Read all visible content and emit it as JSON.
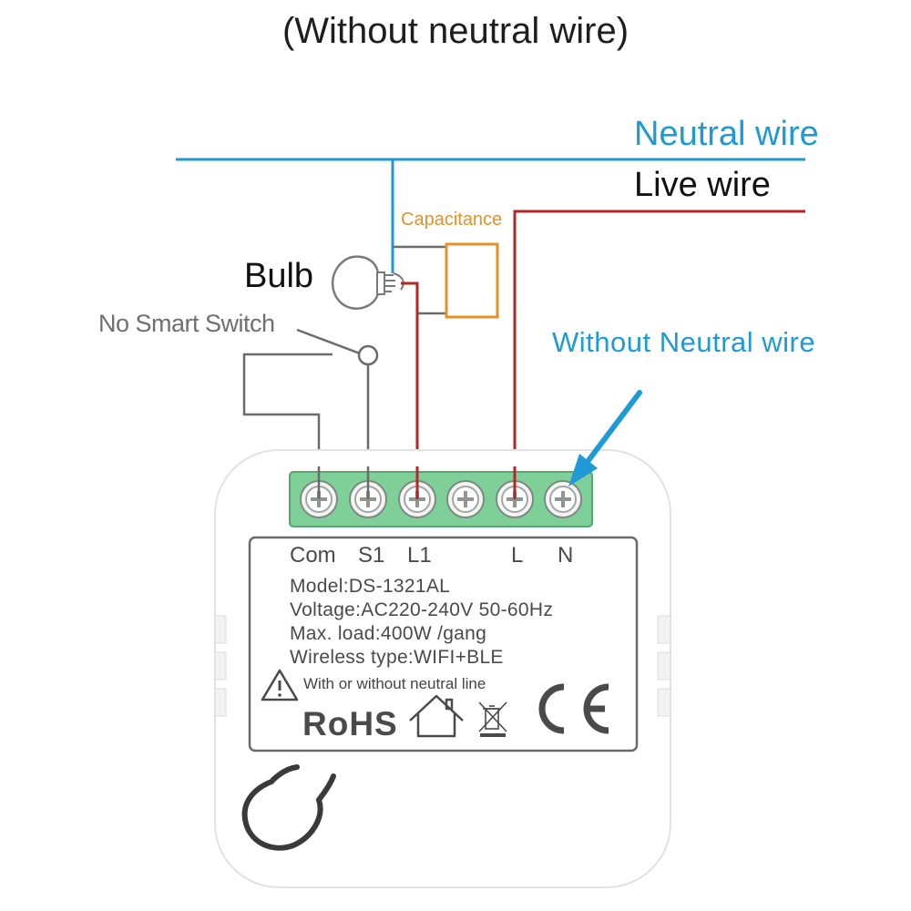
{
  "title": "(Without neutral wire)",
  "wires": {
    "neutral_label": "Neutral wire",
    "live_label": "Live wire",
    "neutral_color": "#1f9ad6",
    "live_color": "#b3262a",
    "switch_wire_color": "#6b6b6b",
    "capacitance_color": "#e8912a"
  },
  "components": {
    "capacitance_label": "Capacitance",
    "bulb_label": "Bulb",
    "switch_label": "No Smart Switch"
  },
  "callout": {
    "label": "Without Neutral wire",
    "icon": "arrow-icon"
  },
  "device": {
    "terminals": [
      "Com",
      "S1",
      "L1",
      "L",
      "N"
    ],
    "terminal_block_color": "#7fcf98",
    "model": "Model:DS-1321AL",
    "voltage": "Voltage:AC220-240V  50-60Hz",
    "max_load": "Max. load:400W /gang",
    "wireless": "Wireless type:WIFI+BLE",
    "neutral_note": "With or without neutral line",
    "rohs": "RoHS",
    "icons": [
      "warning-icon",
      "house-icon",
      "weee-bin-icon",
      "ce-mark-icon",
      "hook-icon"
    ]
  }
}
